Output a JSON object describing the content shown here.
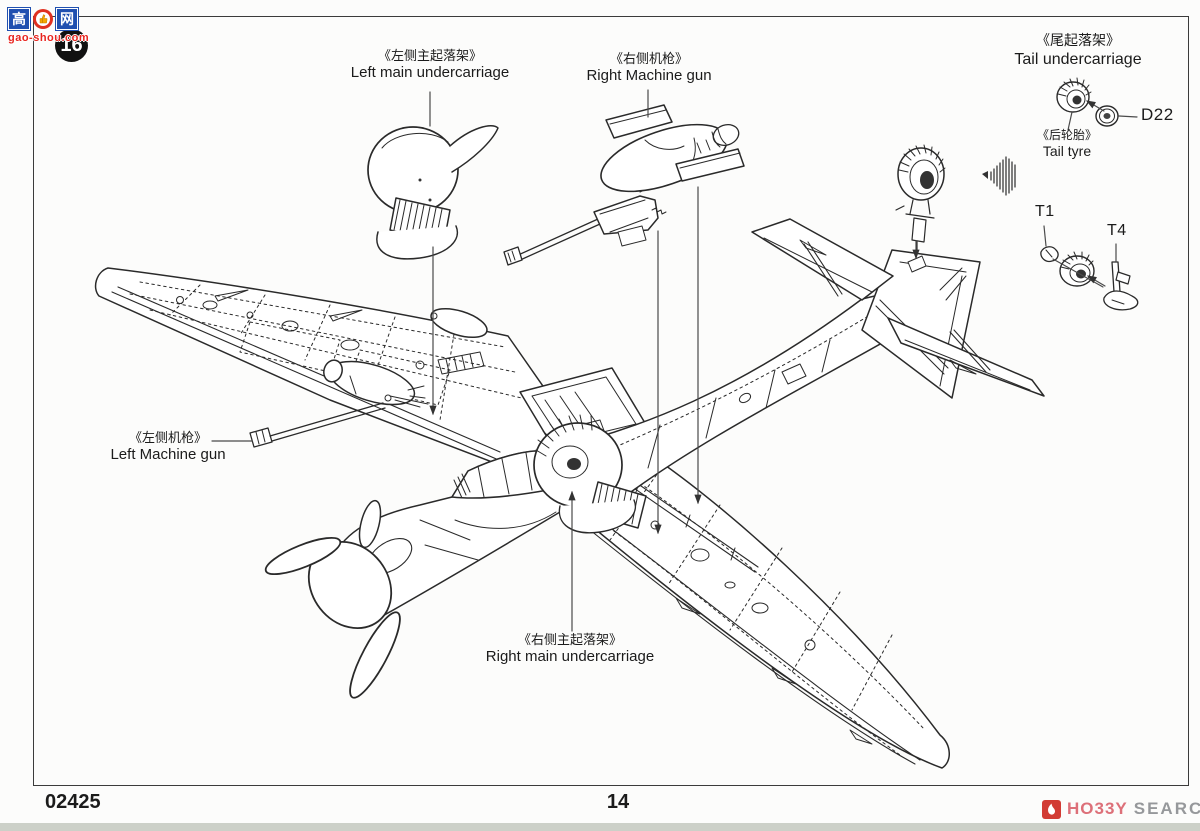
{
  "page": {
    "step_number": "16"
  },
  "watermark": {
    "char_left": "高",
    "char_right": "网",
    "domain": "gao-shou.com"
  },
  "callouts": {
    "left_main_undercarriage": {
      "zh": "《左侧主起落架》",
      "en": "Left main undercarriage"
    },
    "right_machine_gun": {
      "zh": "《右侧机枪》",
      "en": "Right Machine gun"
    },
    "tail_undercarriage": {
      "zh": "《尾起落架》",
      "en": "Tail undercarriage"
    },
    "tail_tyre": {
      "zh": "《后轮胎》",
      "en": "Tail tyre"
    },
    "left_machine_gun": {
      "zh": "《左侧机枪》",
      "en": "Left Machine gun"
    },
    "right_main_undercarriage": {
      "zh": "《右侧主起落架》",
      "en": "Right main undercarriage"
    }
  },
  "part_labels": {
    "tail_wheel_hub": "D22",
    "t1": "T1",
    "t4": "T4"
  },
  "footer": {
    "kit_number": "02425",
    "page_number": "14",
    "shop_brand_primary": "HO33Y",
    "shop_brand_secondary": "SEARCH"
  },
  "colors": {
    "line_art": "#2a2a2a",
    "watermark_blue": "#2050b0",
    "watermark_red": "#e8251f",
    "brand_pink": "#dd7079",
    "brand_gray": "#96989b",
    "brand_icon_red": "#d23b34"
  }
}
